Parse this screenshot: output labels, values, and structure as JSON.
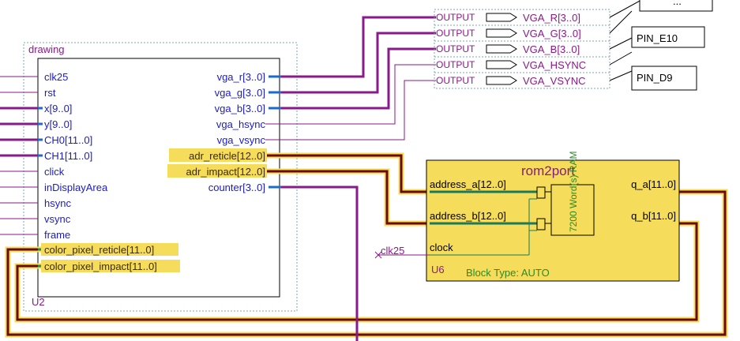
{
  "drawing_block": {
    "title": "drawing",
    "instance": "U2",
    "inputs": [
      "clk25",
      "rst",
      "x[9..0]",
      "y[9..0]",
      "CH0[11..0]",
      "CH1[11..0]",
      "click",
      "inDisplayArea",
      "hsync",
      "vsync",
      "frame",
      "color_pixel_reticle[11..0]",
      "color_pixel_impact[11..0]"
    ],
    "outputs": [
      "vga_r[3..0]",
      "vga_g[3..0]",
      "vga_b[3..0]",
      "vga_hsync",
      "vga_vsync",
      "adr_reticle[12..0]",
      "adr_impact[12..0]",
      "counter[3..0]"
    ]
  },
  "output_pins": [
    {
      "type": "OUTPUT",
      "name": "VGA_R[3..0]"
    },
    {
      "type": "OUTPUT",
      "name": "VGA_G[3..0]"
    },
    {
      "type": "OUTPUT",
      "name": "VGA_B[3..0]"
    },
    {
      "type": "OUTPUT",
      "name": "VGA_HSYNC"
    },
    {
      "type": "OUTPUT",
      "name": "VGA_VSYNC"
    }
  ],
  "pin_assignments": [
    "...",
    "PIN_E10",
    "PIN_D9"
  ],
  "rom_block": {
    "title": "rom2port",
    "instance": "U6",
    "ports": [
      "address_a[12..0]",
      "address_b[12..0]",
      "clock"
    ],
    "outputs": [
      "q_a[11..0]",
      "q_b[11..0]"
    ],
    "memory_label": "7200 Word(s) RAM",
    "block_type": "Block Type: AUTO"
  },
  "clock_net": "clk25",
  "colors": {
    "purple": "#8a1a8a",
    "blue": "#1a6ad0",
    "green": "#2a8a4a",
    "highlight": "#f5dc5a",
    "dark_red": "#6a0a0a"
  }
}
